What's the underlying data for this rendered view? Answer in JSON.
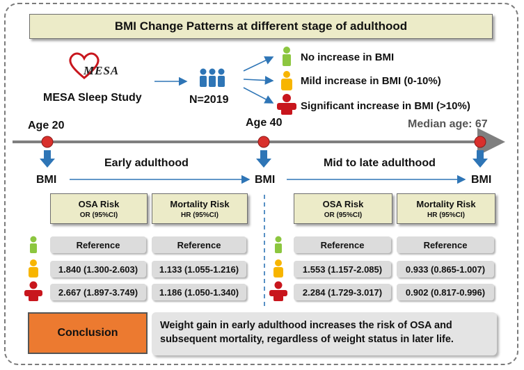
{
  "title": "BMI Change Patterns at different stage of adulthood",
  "logo_text": "MESA",
  "study_label": "MESA Sleep Study",
  "sample_label": "N=2019",
  "categories": [
    {
      "label": "No increase in BMI",
      "color": "#8cc63f"
    },
    {
      "label": "Mild increase in BMI (0-10%)",
      "color": "#f7b500"
    },
    {
      "label": "Significant increase in BMI (>10%)",
      "color": "#c8161d"
    }
  ],
  "timeline": {
    "start_age": "Age 20",
    "mid_age": "Age 40",
    "median_age": "Median age: 67",
    "period1": "Early adulthood",
    "period2": "Mid to late adulthood",
    "bmi_label": "BMI"
  },
  "tables": [
    {
      "osa_header": "OSA Risk",
      "osa_sub": "OR (95%CI)",
      "mort_header": "Mortality Risk",
      "mort_sub": "HR (95%CI)",
      "rows": [
        {
          "osa": "Reference",
          "mort": "Reference"
        },
        {
          "osa": "1.840 (1.300-2.603)",
          "mort": "1.133 (1.055-1.216)"
        },
        {
          "osa": "2.667 (1.897-3.749)",
          "mort": "1.186 (1.050-1.340)"
        }
      ]
    },
    {
      "osa_header": "OSA Risk",
      "osa_sub": "OR (95%CI)",
      "mort_header": "Mortality Risk",
      "mort_sub": "HR (95%CI)",
      "rows": [
        {
          "osa": "Reference",
          "mort": "Reference"
        },
        {
          "osa": "1.553 (1.157-2.085)",
          "mort": "0.933 (0.865-1.007)"
        },
        {
          "osa": "2.284 (1.729-3.017)",
          "mort": "0.902 (0.817-0.996)"
        }
      ]
    }
  ],
  "conclusion_label": "Conclusion",
  "conclusion_text": "Weight gain in early adulthood increases the risk of OSA and subsequent mortality, regardless of weight status in later life.",
  "colors": {
    "arrow": "#2e75b6",
    "people": "#2e75b6",
    "timeline": "#7f7f7f",
    "node": "#d9302c",
    "header_bg": "#ecebc8",
    "conclusion": "#ec7a30"
  }
}
